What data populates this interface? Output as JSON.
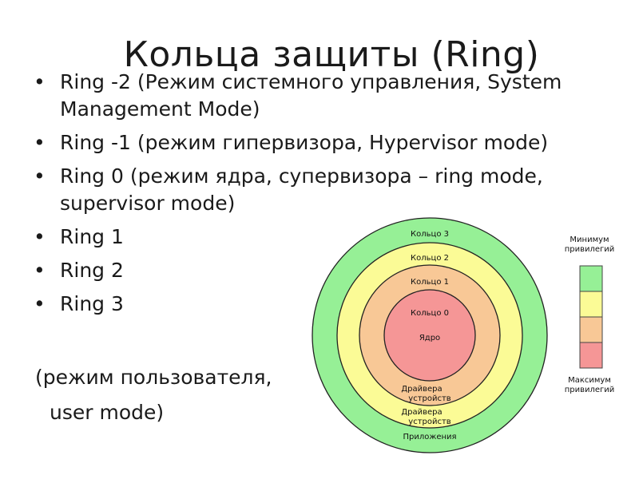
{
  "title": "Кольца защиты (Ring)",
  "bullets": [
    "Ring -2 (Режим системного управления, System Management Mode)",
    "Ring -1 (режим гипервизора, Hypervisor mode)",
    "Ring 0 (режим ядра, супервизора – ring mode, supervisor mode)",
    "Ring 1",
    "Ring 2",
    "Ring 3"
  ],
  "tail_lines": [
    "(режим пользователя,",
    "user mode)"
  ],
  "diagram": {
    "rings": [
      {
        "label": "Кольцо 3",
        "color": "#96f096"
      },
      {
        "label": "Кольцо 2",
        "color": "#fbfb96"
      },
      {
        "label": "Кольцо 1",
        "color": "#f8c896"
      },
      {
        "label": "Кольцо 0",
        "color": "#f59696"
      }
    ],
    "core_label": "Ядро",
    "layer_labels": [
      "Драйвера устройств",
      "Драйвера устройств",
      "Приложения"
    ],
    "legend": {
      "top_label": "Минимум привилегий",
      "bottom_label": "Максимум привилегий",
      "colors": [
        "#96f096",
        "#fbfb96",
        "#f8c896",
        "#f59696"
      ]
    }
  }
}
